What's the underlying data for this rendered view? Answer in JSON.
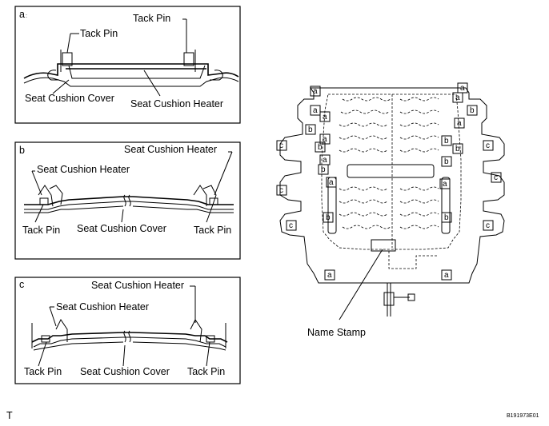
{
  "panels": [
    {
      "letter": "a",
      "labels": {
        "tack_pin_top": "Tack Pin",
        "tack_pin_left": "Tack Pin",
        "cover": "Seat Cushion Cover",
        "heater": "Seat Cushion Heater"
      }
    },
    {
      "letter": "b",
      "labels": {
        "heater_right": "Seat Cushion Heater",
        "heater_left": "Seat Cushion Heater",
        "tack_pin_left": "Tack Pin",
        "cover": "Seat Cushion Cover",
        "tack_pin_right": "Tack Pin"
      }
    },
    {
      "letter": "c",
      "labels": {
        "heater_right": "Seat Cushion Heater",
        "heater_left": "Seat Cushion Heater",
        "tack_pin_left": "Tack Pin",
        "cover": "Seat Cushion Cover",
        "tack_pin_right": "Tack Pin"
      }
    }
  ],
  "seat": {
    "name_stamp": "Name Stamp",
    "tags": {
      "a": "a",
      "b": "b",
      "c": "c"
    }
  },
  "footer": {
    "left_mark": "T",
    "figure_code": "B191973E01"
  }
}
